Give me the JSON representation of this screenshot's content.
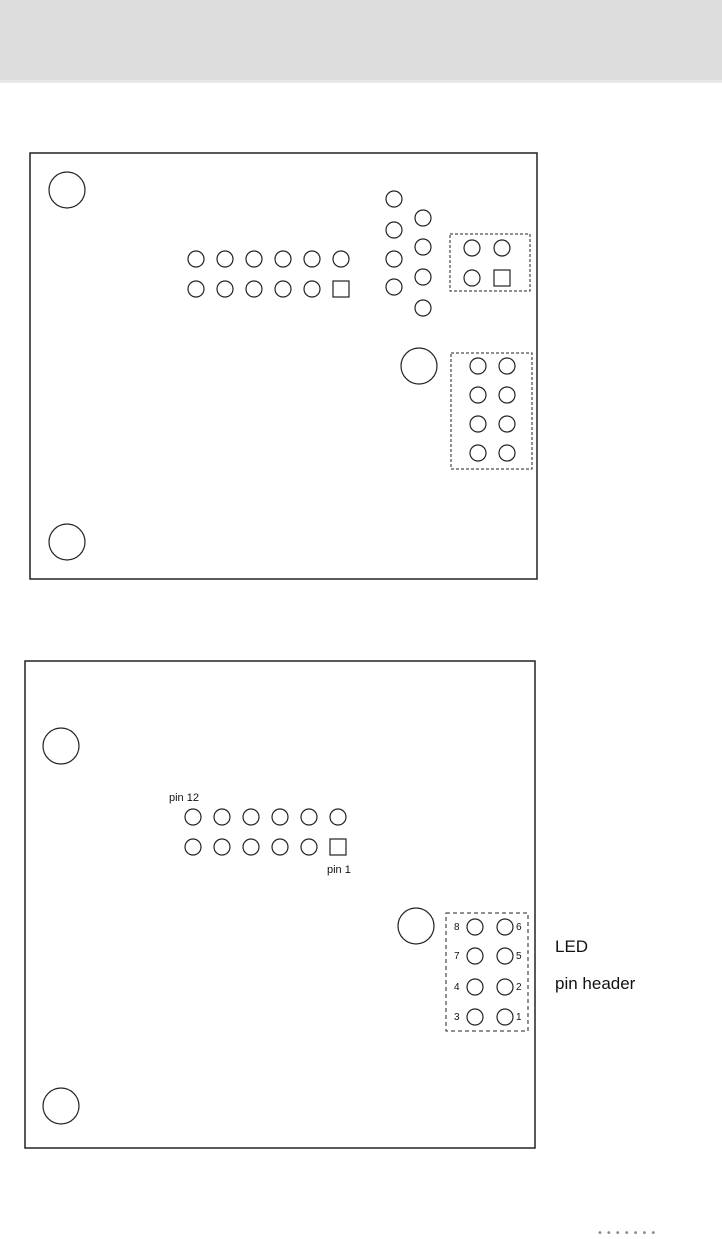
{
  "diagram_top": {},
  "diagram_bottom": {
    "pin12_label": "pin 12",
    "pin1_label": "pin 1",
    "header_pin_numbers": [
      "8",
      "6",
      "7",
      "5",
      "4",
      "2",
      "3",
      "1"
    ],
    "side_label_line1": "LED",
    "side_label_line2": "pin header"
  },
  "footer": {
    "dots": "•••••••"
  }
}
